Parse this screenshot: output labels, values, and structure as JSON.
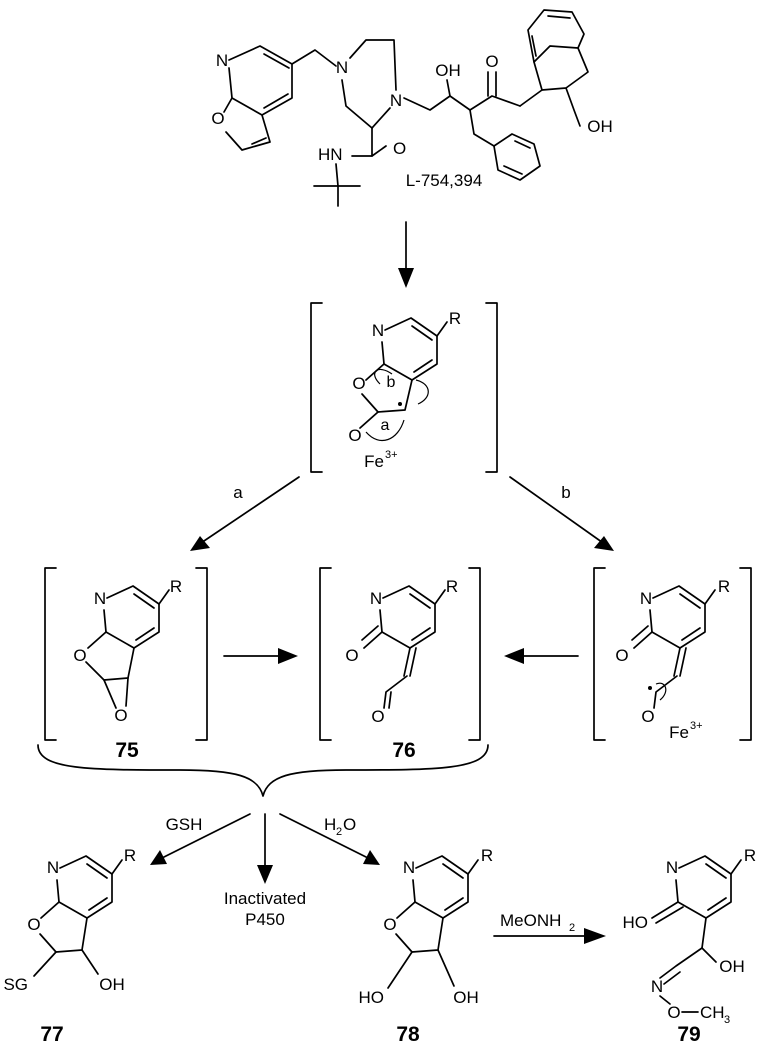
{
  "parent": {
    "name": "L-754,394",
    "atoms": {
      "n_pyridine": "N",
      "o_furan": "O",
      "n_pip_top": "N",
      "n_pip_bottom": "N",
      "oh_chain": "OH",
      "o_ketone": "O",
      "oh_indane": "OH",
      "hn_amide": "HN",
      "o_amide": "O"
    }
  },
  "intermediate": {
    "atoms": {
      "n": "N",
      "r": "R",
      "o_ring": "O",
      "o_fe": "O",
      "fe": "Fe",
      "fe_charge": "3+"
    },
    "path_labels": {
      "a": "a",
      "b": "b"
    }
  },
  "paths": {
    "left": "a",
    "right": "b"
  },
  "c75": {
    "number": "75",
    "atoms": {
      "n": "N",
      "r": "R",
      "o_ring": "O",
      "o_epoxide": "O"
    }
  },
  "c76": {
    "number": "76",
    "atoms": {
      "n": "N",
      "r": "R",
      "o_keto": "O",
      "o_ald": "O"
    }
  },
  "radical": {
    "atoms": {
      "n": "N",
      "r": "R",
      "o_keto": "O",
      "o_fe": "O",
      "fe": "Fe",
      "fe_charge": "3+"
    }
  },
  "reagents": {
    "gsh": "GSH",
    "water_base": "H",
    "water_sub": "2",
    "water_end": "O",
    "inactivated_line1": "Inactivated",
    "inactivated_line2": "P450",
    "meonh2_base": "MeONH",
    "meonh2_sub": "2"
  },
  "c77": {
    "number": "77",
    "atoms": {
      "n": "N",
      "r": "R",
      "o_ring": "O",
      "sg": "SG",
      "oh": "OH"
    }
  },
  "c78": {
    "number": "78",
    "atoms": {
      "n": "N",
      "r": "R",
      "o_ring": "O",
      "ho": "HO",
      "oh": "OH"
    }
  },
  "c79": {
    "number": "79",
    "atoms": {
      "n": "N",
      "r": "R",
      "ho": "HO",
      "oh": "OH",
      "n_oxime": "N",
      "o_methoxy": "O",
      "methyl": "CH",
      "methyl_sub": "3"
    }
  }
}
